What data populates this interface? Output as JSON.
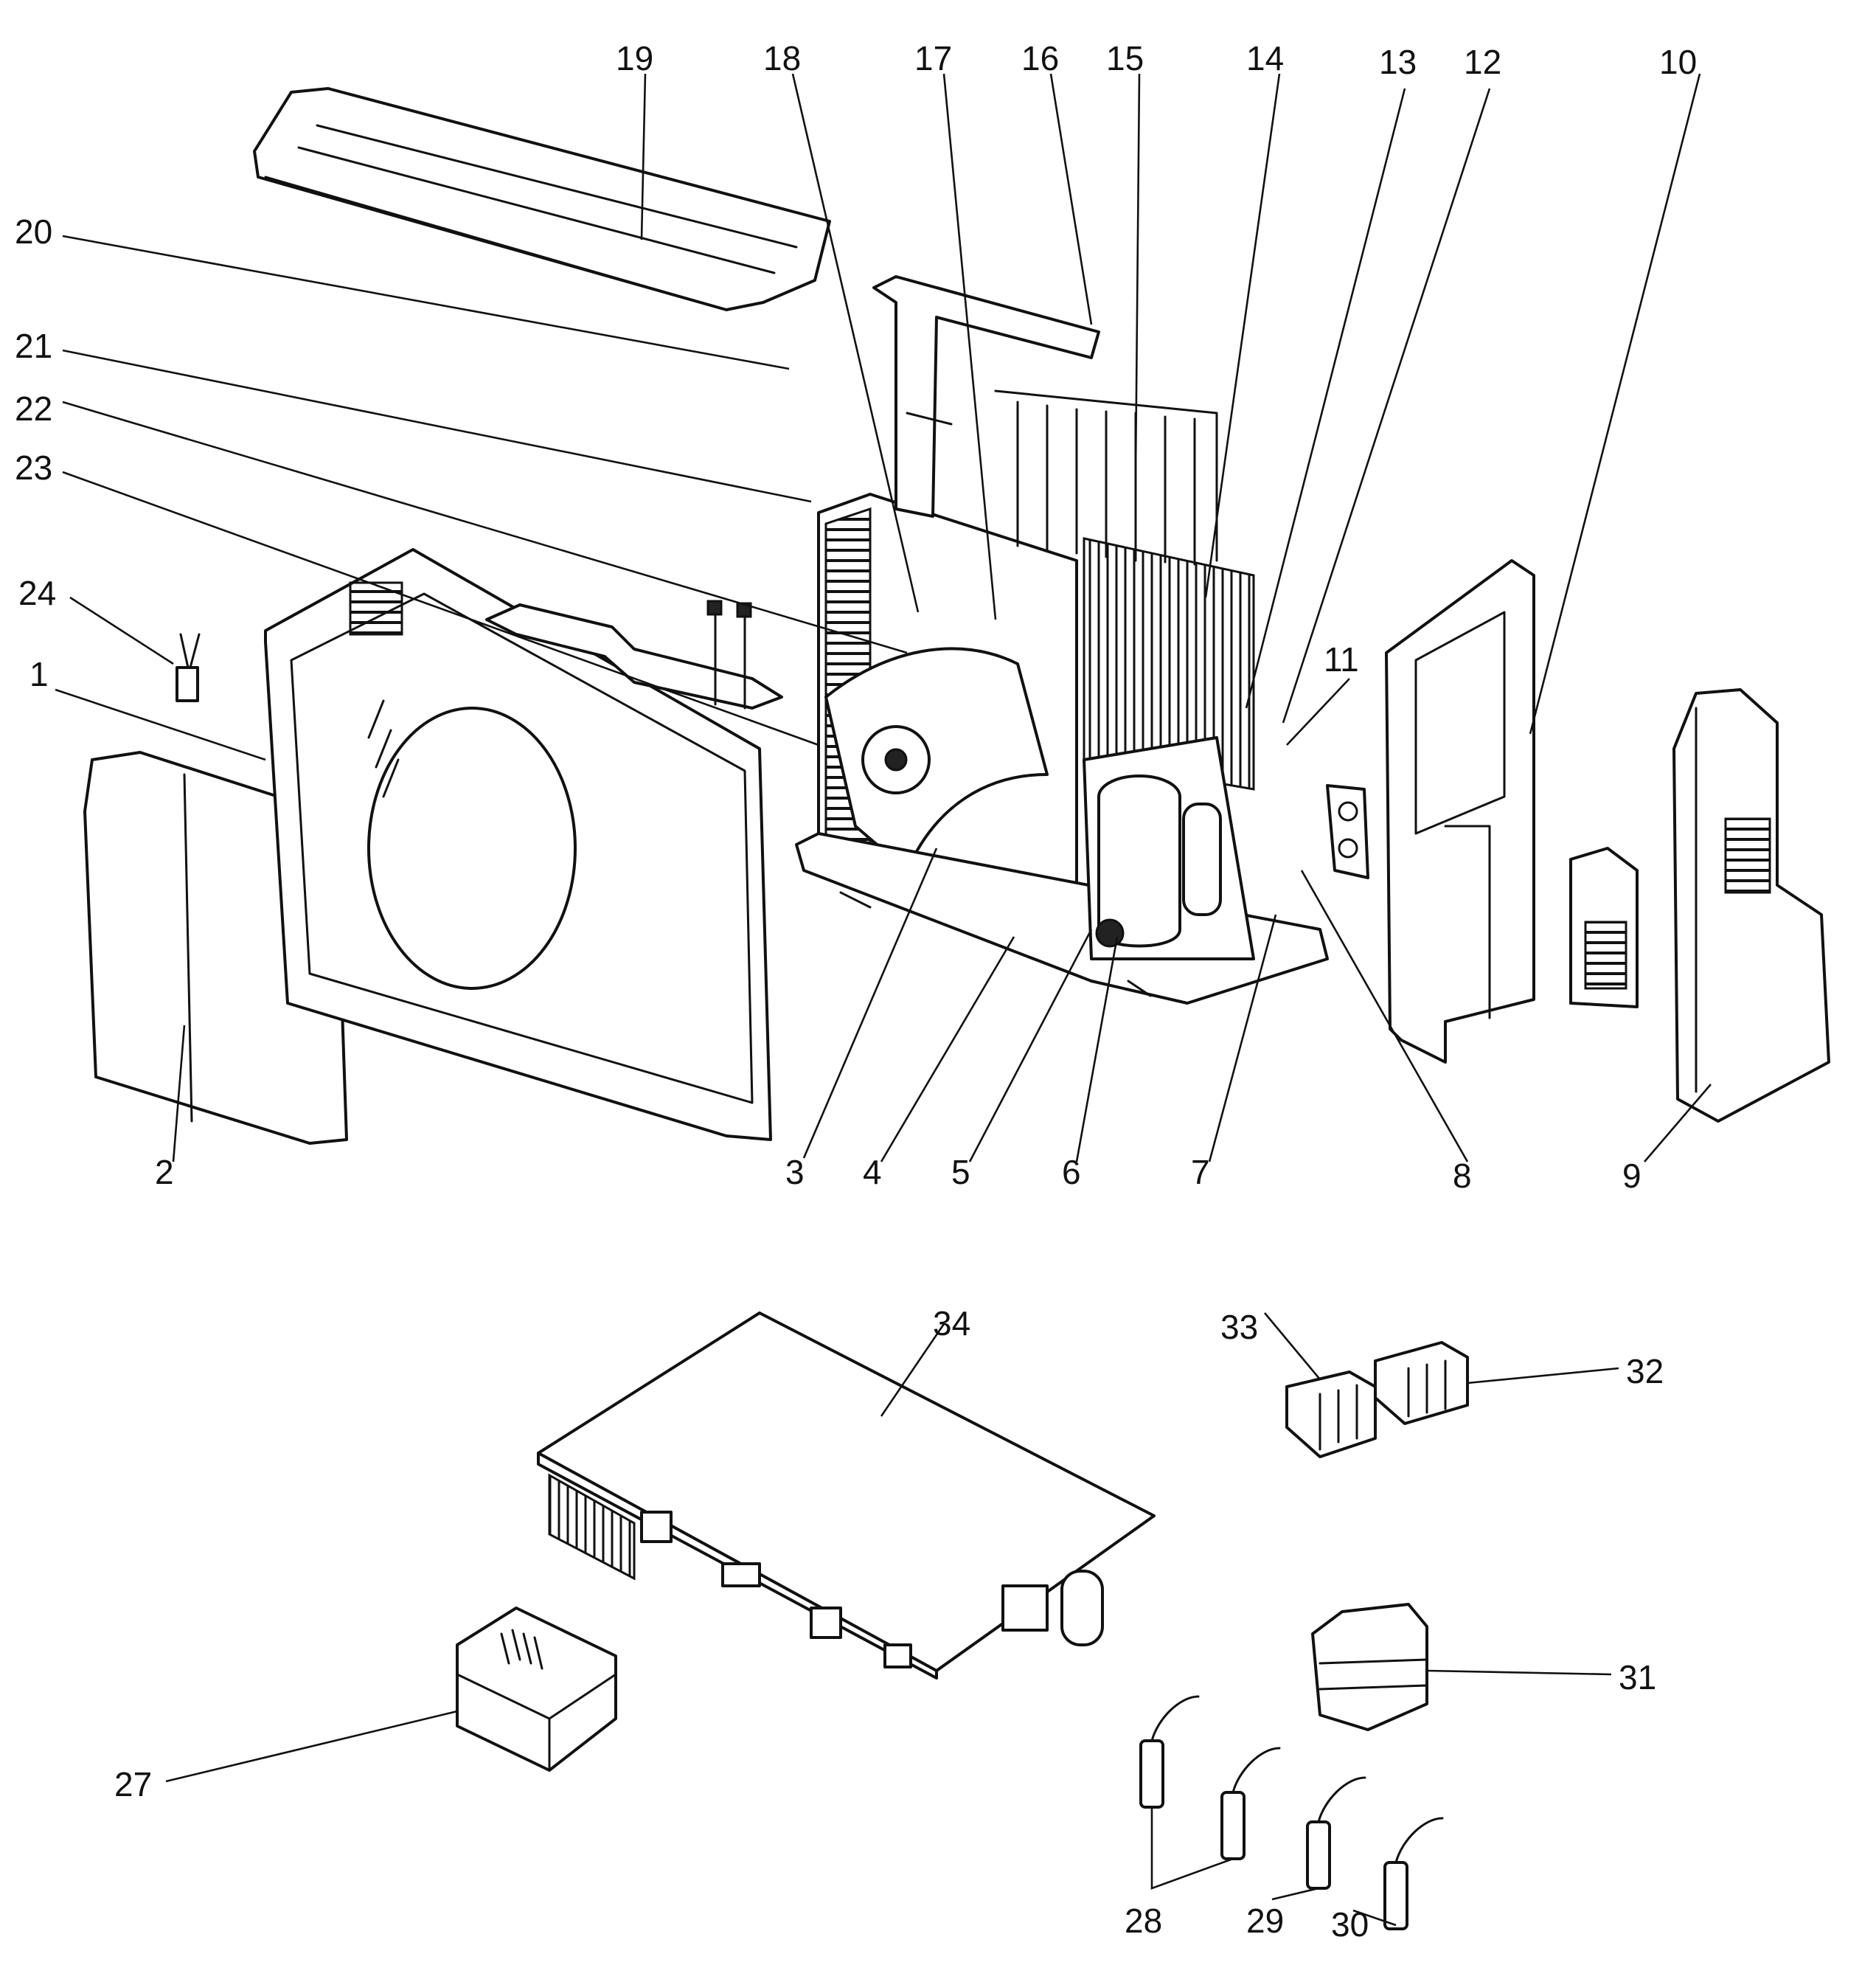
{
  "callouts": [
    "1",
    "2",
    "3",
    "4",
    "5",
    "6",
    "7",
    "8",
    "9",
    "10",
    "11",
    "12",
    "13",
    "14",
    "15",
    "16",
    "17",
    "18",
    "19",
    "20",
    "21",
    "22",
    "23",
    "24",
    "27",
    "28",
    "29",
    "30",
    "31",
    "32",
    "33",
    "34"
  ],
  "colors": {
    "ink": "#111111",
    "paper": "#ffffff"
  }
}
